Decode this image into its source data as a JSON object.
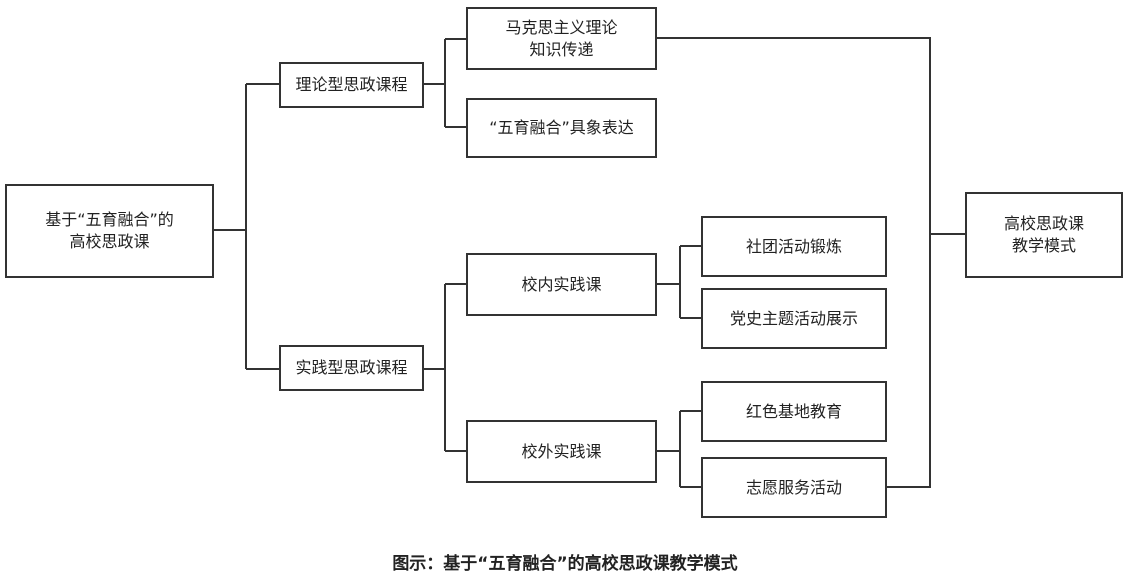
{
  "diagram": {
    "root": {
      "line1": "基于“五育融合”的",
      "line2": "高校思政课"
    },
    "theory_course": "理论型思政课程",
    "practice_course": "实践型思政课程",
    "marxism": {
      "line1": "马克思主义理论",
      "line2": "知识传递"
    },
    "five_edu_expression": "“五育融合”具象表达",
    "campus_practice": "校内实践课",
    "offcampus_practice": "校外实践课",
    "club_activity": "社团活动锻炼",
    "party_history": "党史主题活动展示",
    "red_base": "红色基地教育",
    "volunteer": "志愿服务活动",
    "result": {
      "line1": "高校思政课",
      "line2": "教学模式"
    }
  },
  "caption": "图示：基于“五育融合”的高校思政课教学模式",
  "colors": {
    "line": "#333333",
    "box_border": "#333333",
    "background": "#ffffff"
  }
}
